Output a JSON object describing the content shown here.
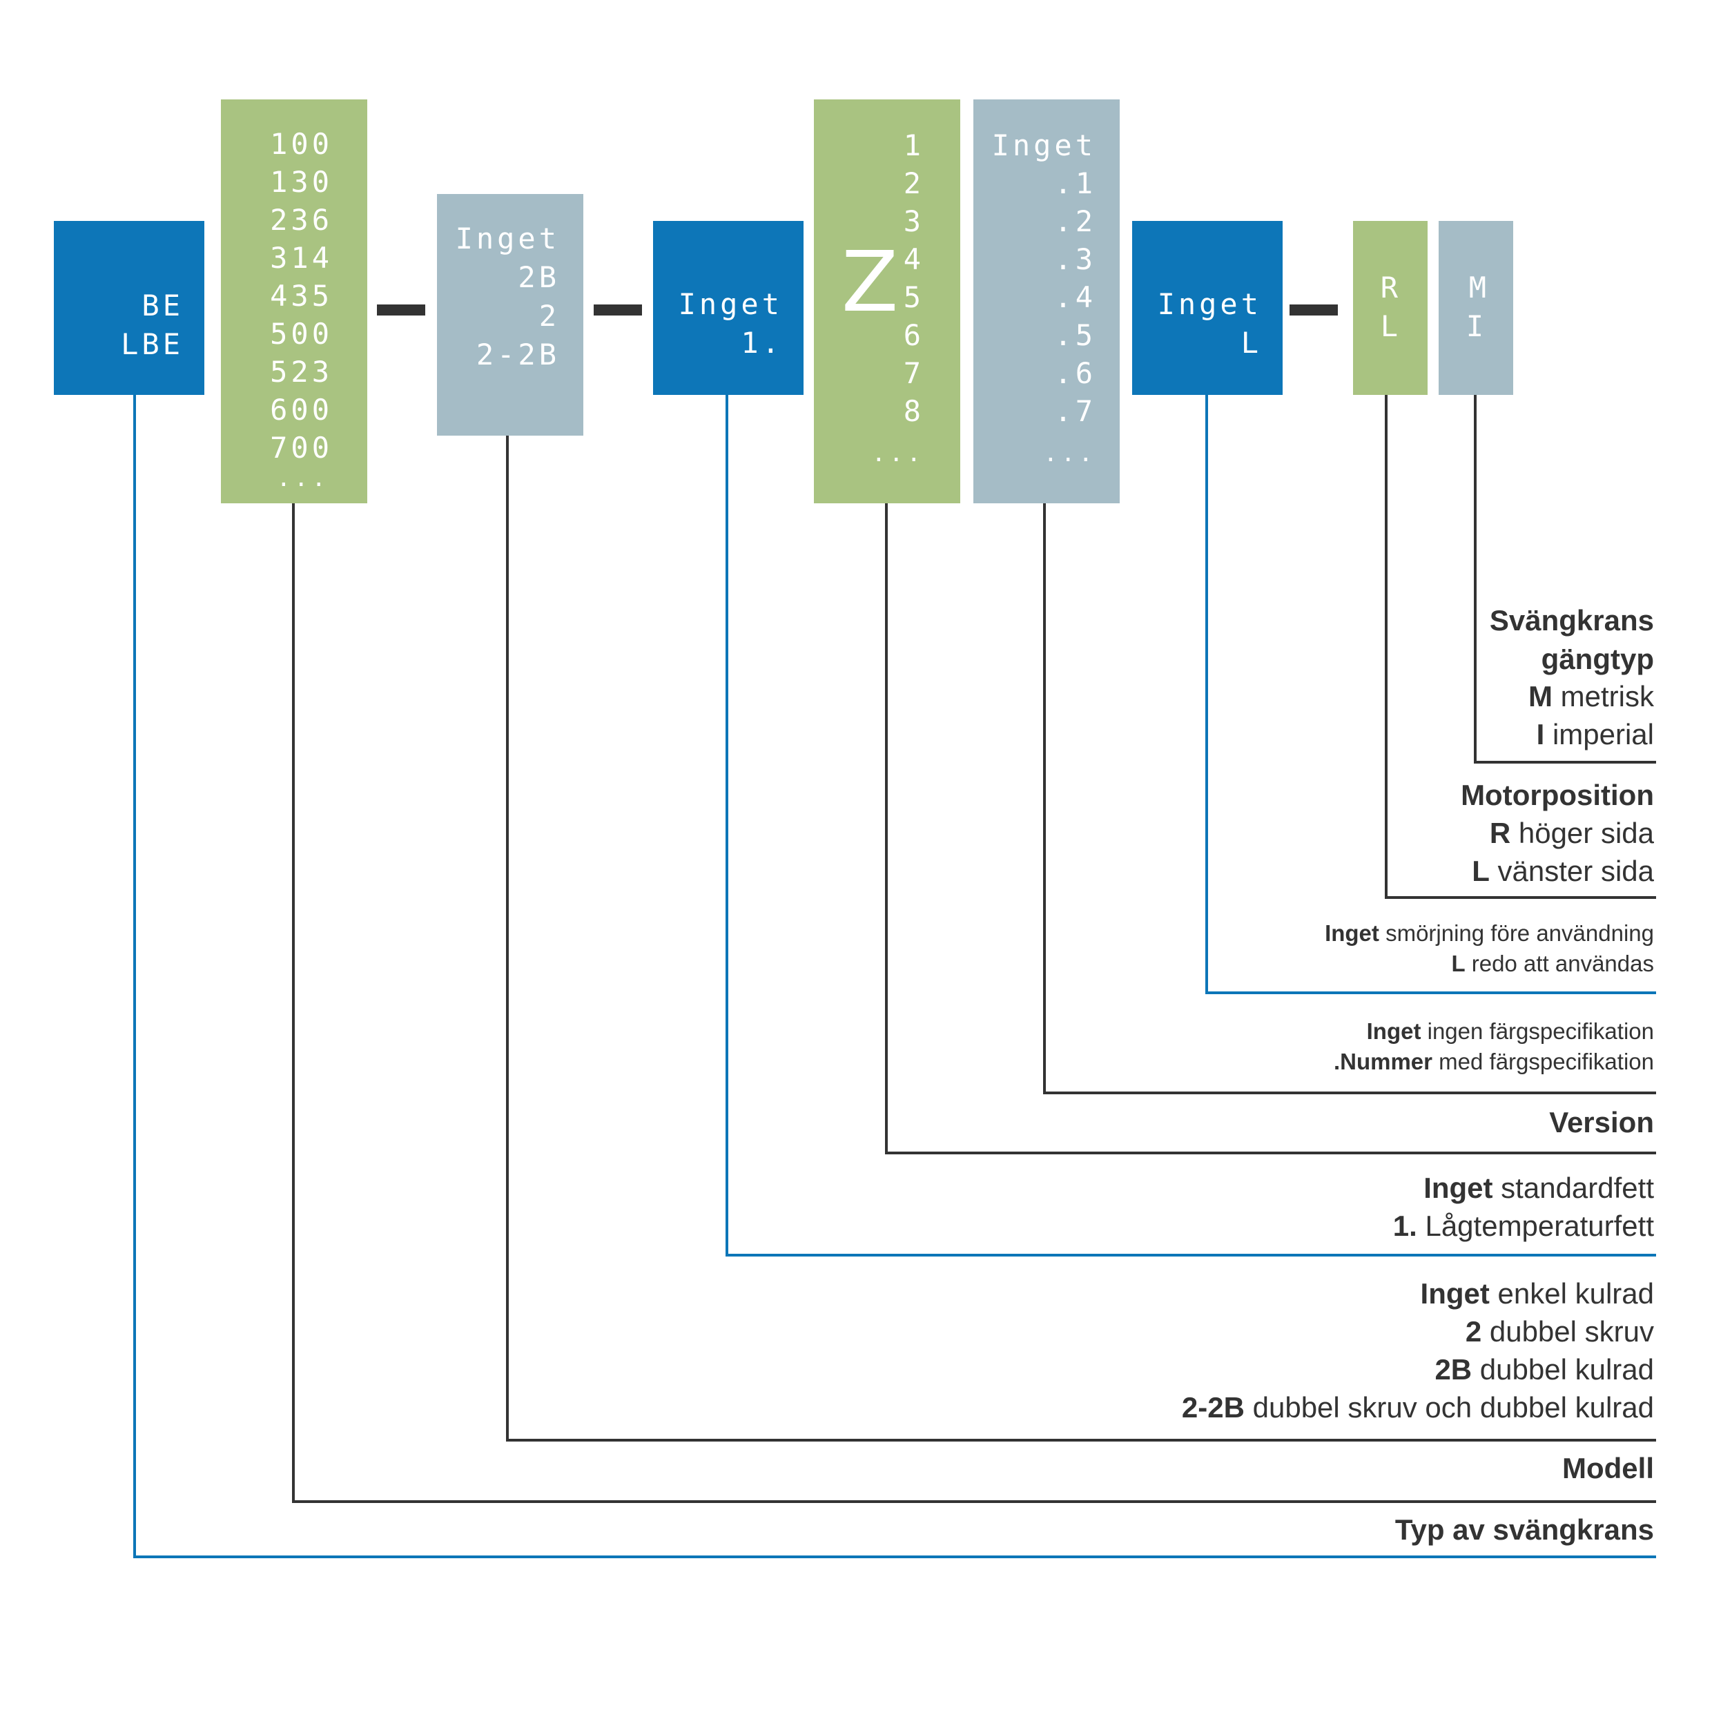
{
  "boxes": {
    "typ": [
      "BE",
      "LBE"
    ],
    "storlek": [
      "100",
      "130",
      "236",
      "314",
      "435",
      "500",
      "523",
      "600",
      "700",
      "..."
    ],
    "modell": [
      "Inget",
      "2B",
      "2",
      "2-2B"
    ],
    "fett": [
      "Inget",
      "1."
    ],
    "z_letter": "Z",
    "version": [
      "1",
      "2",
      "3",
      "4",
      "5",
      "6",
      "7",
      "8",
      "..."
    ],
    "farg": [
      "Inget",
      ".1",
      ".2",
      ".3",
      ".4",
      ".5",
      ".6",
      ".7",
      "..."
    ],
    "smorjning": [
      "Inget",
      "L"
    ],
    "motor": [
      "R",
      "L"
    ],
    "gang": [
      "M",
      "I"
    ]
  },
  "legend": {
    "gangtyp": [
      {
        "bold": "Svängkrans",
        "text": ""
      },
      {
        "bold": "gängtyp",
        "text": ""
      },
      {
        "bold": "M",
        "text": " metrisk"
      },
      {
        "bold": "I",
        "text": " imperial"
      }
    ],
    "motorposition": [
      {
        "bold": "Motorposition",
        "text": ""
      },
      {
        "bold": "R",
        "text": " höger sida"
      },
      {
        "bold": "L",
        "text": " vänster sida"
      }
    ],
    "smorjning": [
      {
        "bold": "Inget",
        "text": " smörjning före användning"
      },
      {
        "bold": "L",
        "text": " redo att användas"
      }
    ],
    "farg": [
      {
        "bold": "Inget",
        "text": " ingen färgspecifikation"
      },
      {
        "bold": ".Nummer",
        "text": " med färgspecifikation"
      }
    ],
    "version": [
      {
        "bold": "Version",
        "text": ""
      }
    ],
    "fett": [
      {
        "bold": "Inget",
        "text": " standardfett"
      },
      {
        "bold": "1.",
        "text": " Lågtemperaturfett"
      }
    ],
    "modell_opts": [
      {
        "bold": "Inget",
        "text": " enkel kulrad"
      },
      {
        "bold": "2",
        "text": " dubbel skruv"
      },
      {
        "bold": "2B",
        "text": " dubbel kulrad"
      },
      {
        "bold": "2-2B",
        "text": " dubbel skruv och dubbel kulrad"
      }
    ],
    "modell": [
      {
        "bold": "Modell",
        "text": ""
      }
    ],
    "typ": [
      {
        "bold": "Typ av svängkrans",
        "text": ""
      }
    ]
  },
  "colors": {
    "blue": "#0d76b8",
    "green": "#a9c381",
    "grey": "#a5bcc6",
    "dark": "#333333"
  }
}
